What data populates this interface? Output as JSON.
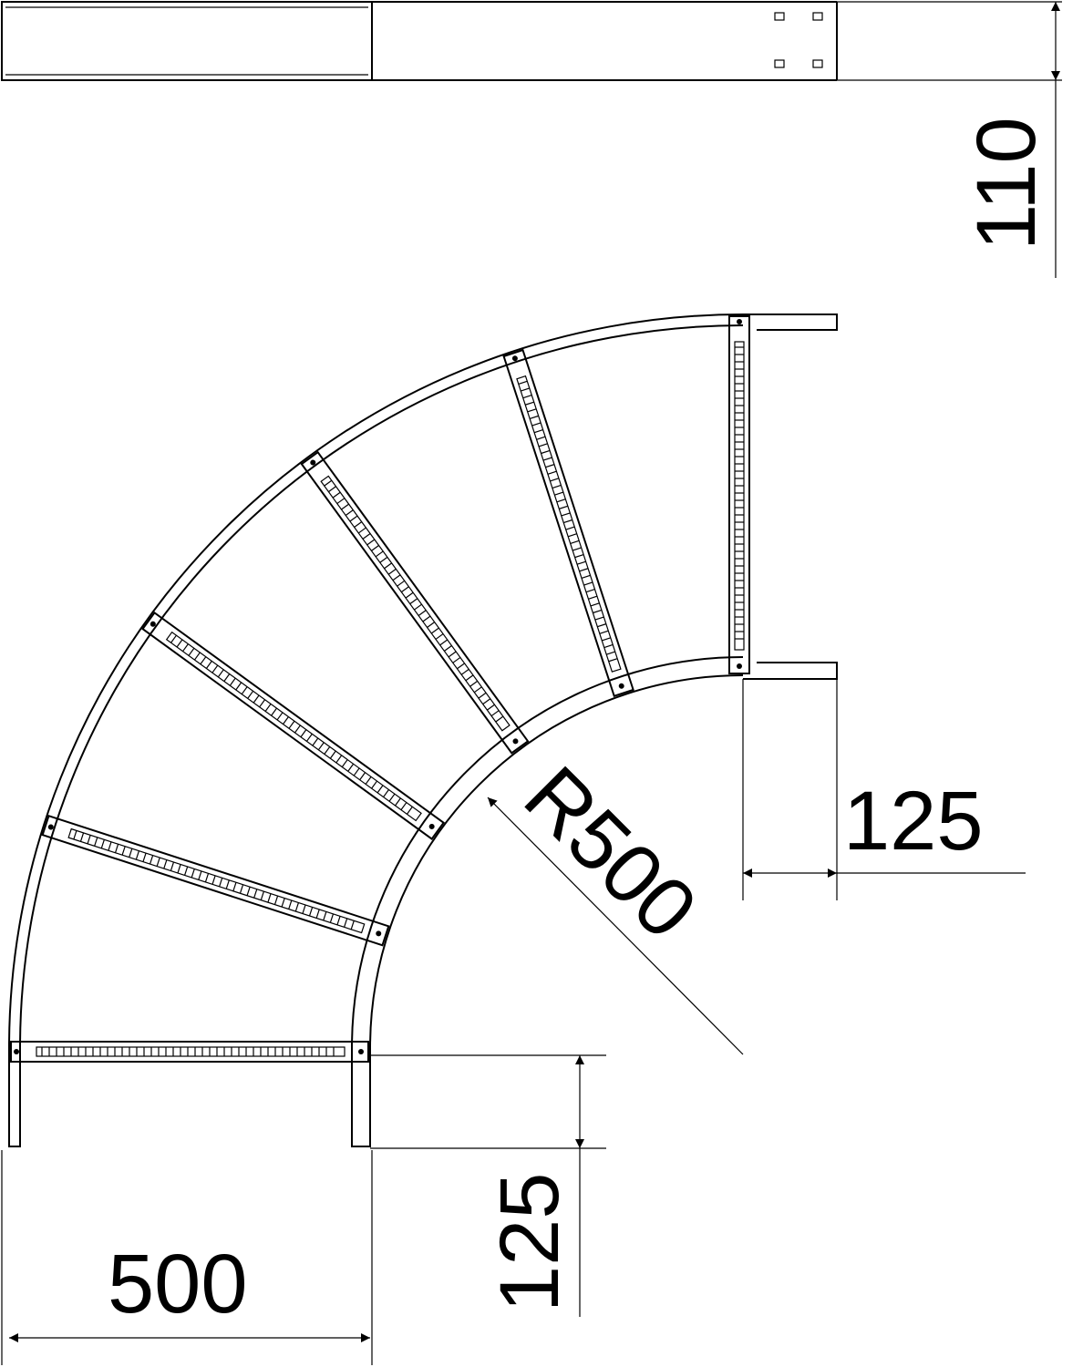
{
  "drawing": {
    "title": "90° ladder bend, cable ladder",
    "dimensions": {
      "height": "110",
      "straight_right": "125",
      "radius": "R500",
      "straight_bottom": "125",
      "width": "500"
    },
    "rung_count": 6
  }
}
